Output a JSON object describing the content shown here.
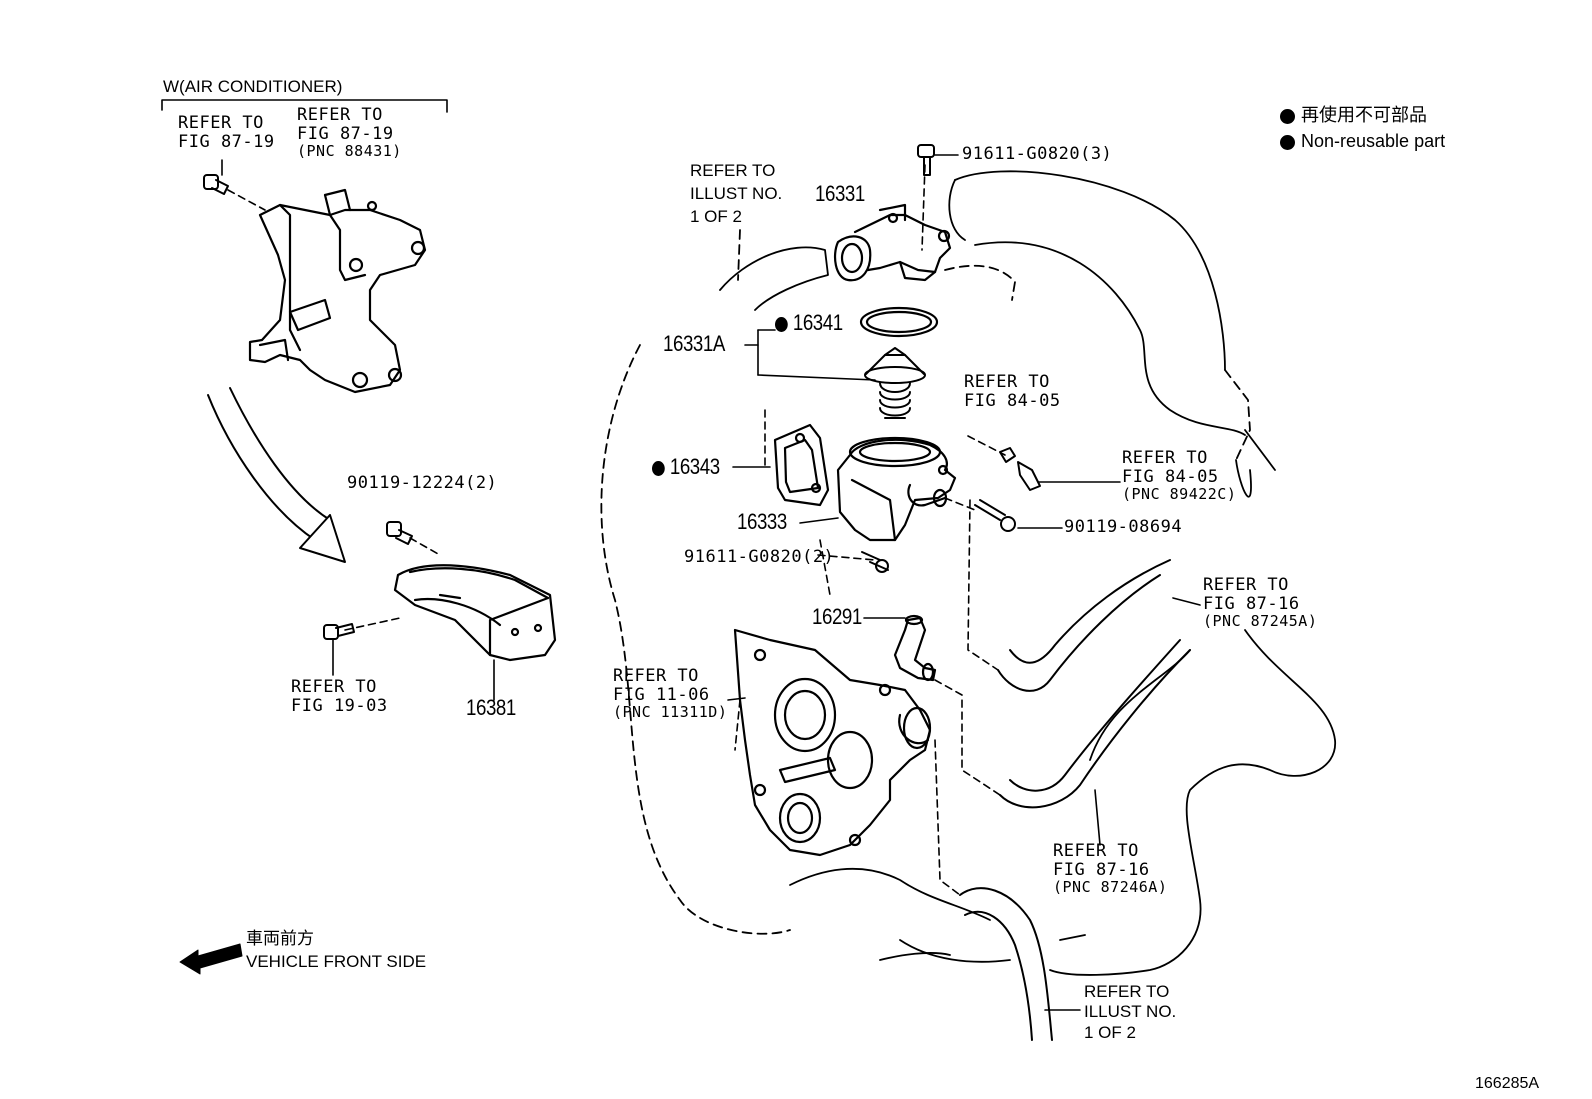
{
  "parts": {
    "p16331": "16331",
    "p16331A": "16331A",
    "p16341": "16341",
    "p16343": "16343",
    "p16333": "16333",
    "p16291": "16291",
    "p16381": "16381",
    "bolt_91611_3": "91611-G0820(3)",
    "bolt_91611_2": "91611-G0820(2)",
    "bolt_90119_08694": "90119-08694",
    "bolt_90119_12224": "90119-12224(2)"
  },
  "refs": {
    "illust_top": [
      "REFER TO",
      "ILLUST NO.",
      "1 OF 2"
    ],
    "fig8405_top": [
      "REFER TO",
      "FIG 84-05"
    ],
    "fig8405_side": [
      "REFER TO",
      "FIG 84-05",
      "(PNC 89422C)"
    ],
    "fig8716_a": [
      "REFER TO",
      "FIG 87-16",
      "(PNC 87245A)"
    ],
    "fig8716_b": [
      "REFER TO",
      "FIG 87-16",
      "(PNC 87246A)"
    ],
    "fig1106": [
      "REFER TO",
      "FIG 11-06",
      "(PNC 11311D)"
    ],
    "illust_bottom": [
      "REFER TO",
      "ILLUST NO.",
      "1 OF 2"
    ],
    "fig8719_a": [
      "REFER TO",
      "FIG 87-19"
    ],
    "fig8719_b": [
      "REFER TO",
      "FIG 87-19",
      "(PNC 88431)"
    ],
    "fig1903": [
      "REFER TO",
      "FIG 19-03"
    ]
  },
  "ac_header": "W(AIR CONDITIONER)",
  "legend": {
    "jp": "再使用不可部品",
    "en": "Non-reusable part"
  },
  "front": {
    "jp": "車両前方",
    "en": "VEHICLE FRONT SIDE"
  },
  "diagram_id": "166285A"
}
